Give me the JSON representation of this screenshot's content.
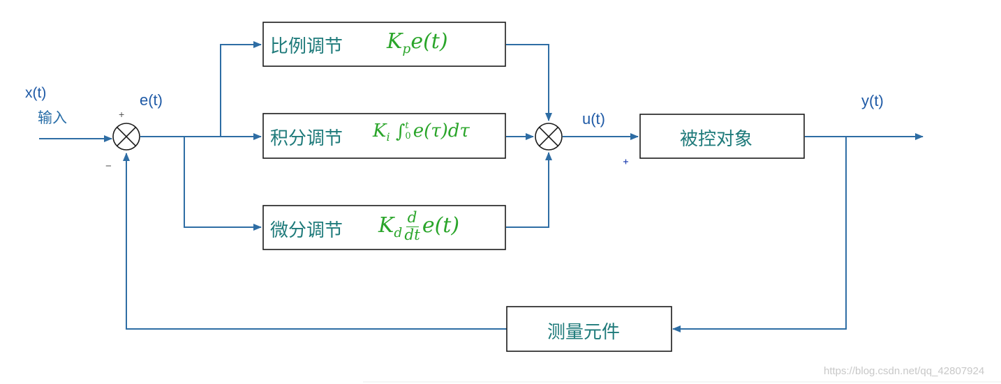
{
  "labels": {
    "input_signal": "x(t)",
    "input_text": "输入",
    "error_signal": "e(t)",
    "plus_sign": "+",
    "minus_sign": "−",
    "control_signal": "u(t)",
    "output_signal": "y(t)"
  },
  "blocks": {
    "proportional": {
      "label": "比例调节",
      "formula": {
        "main": "K",
        "sub": "p",
        "rest": "e(t)"
      }
    },
    "integral": {
      "label": "积分调节",
      "formula": {
        "main": "K",
        "sub": "i",
        "integral": "∫",
        "upper": "t",
        "lower": "0",
        "rest": "e(τ)dτ"
      }
    },
    "derivative": {
      "label": "微分调节",
      "formula": {
        "main": "K",
        "sub": "d",
        "num": "d",
        "den": "dt",
        "rest": "e(t)"
      }
    },
    "plant": {
      "label": "被控对象"
    },
    "sensor": {
      "label": "测量元件"
    }
  },
  "watermark": "https://blog.csdn.net/qq_42807924",
  "colors": {
    "wire": "#2e6da4",
    "block_text": "#1e7a7a",
    "formula": "#2aa52a",
    "signal_label": "#1f5aa6"
  }
}
